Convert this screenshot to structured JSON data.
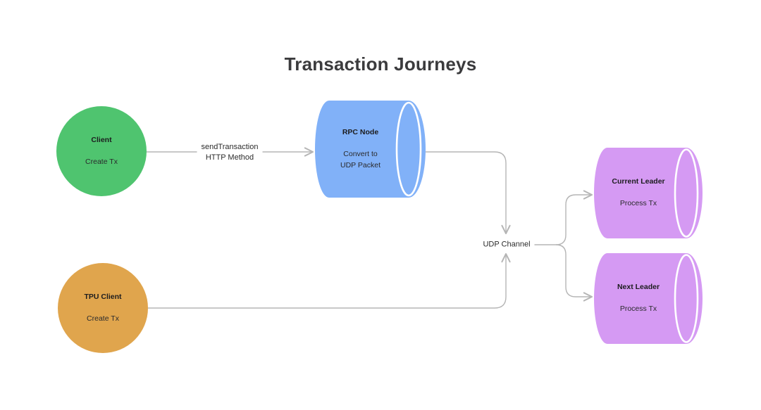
{
  "title": "Transaction Journeys",
  "colors": {
    "client_fill": "#4fc46f",
    "tpu_client_fill": "#e0a54d",
    "rpc_node_fill": "#81b1f8",
    "leader_fill": "#d59af3",
    "connector_line": "#b5b5b5",
    "title_text": "#3b3b3d",
    "node_text": "#1c1c1e",
    "background": "#ffffff"
  },
  "nodes": {
    "client": {
      "label": "Client",
      "sublabel": "Create Tx",
      "shape": "circle"
    },
    "tpu_client": {
      "label": "TPU Client",
      "sublabel": "Create Tx",
      "shape": "circle"
    },
    "rpc_node": {
      "label": "RPC Node",
      "sublabel_lines": [
        "Convert to",
        "UDP Packet"
      ],
      "shape": "cylinder"
    },
    "current_leader": {
      "label": "Current Leader",
      "sublabel": "Process Tx",
      "shape": "cylinder"
    },
    "next_leader": {
      "label": "Next Leader",
      "sublabel": "Process Tx",
      "shape": "cylinder"
    }
  },
  "edges": {
    "send_transaction": {
      "from": "Client",
      "to": "RPC Node",
      "label_lines": [
        "sendTransaction",
        "HTTP Method"
      ]
    },
    "udp_channel": {
      "label": "UDP Channel"
    },
    "rpc_to_udp_channel": {
      "from": "RPC Node",
      "to": "UDP Channel"
    },
    "tpu_to_udp_channel": {
      "from": "TPU Client",
      "to": "UDP Channel"
    },
    "udp_to_current_leader": {
      "from": "UDP Channel",
      "to": "Current Leader"
    },
    "udp_to_next_leader": {
      "from": "UDP Channel",
      "to": "Next Leader"
    }
  }
}
